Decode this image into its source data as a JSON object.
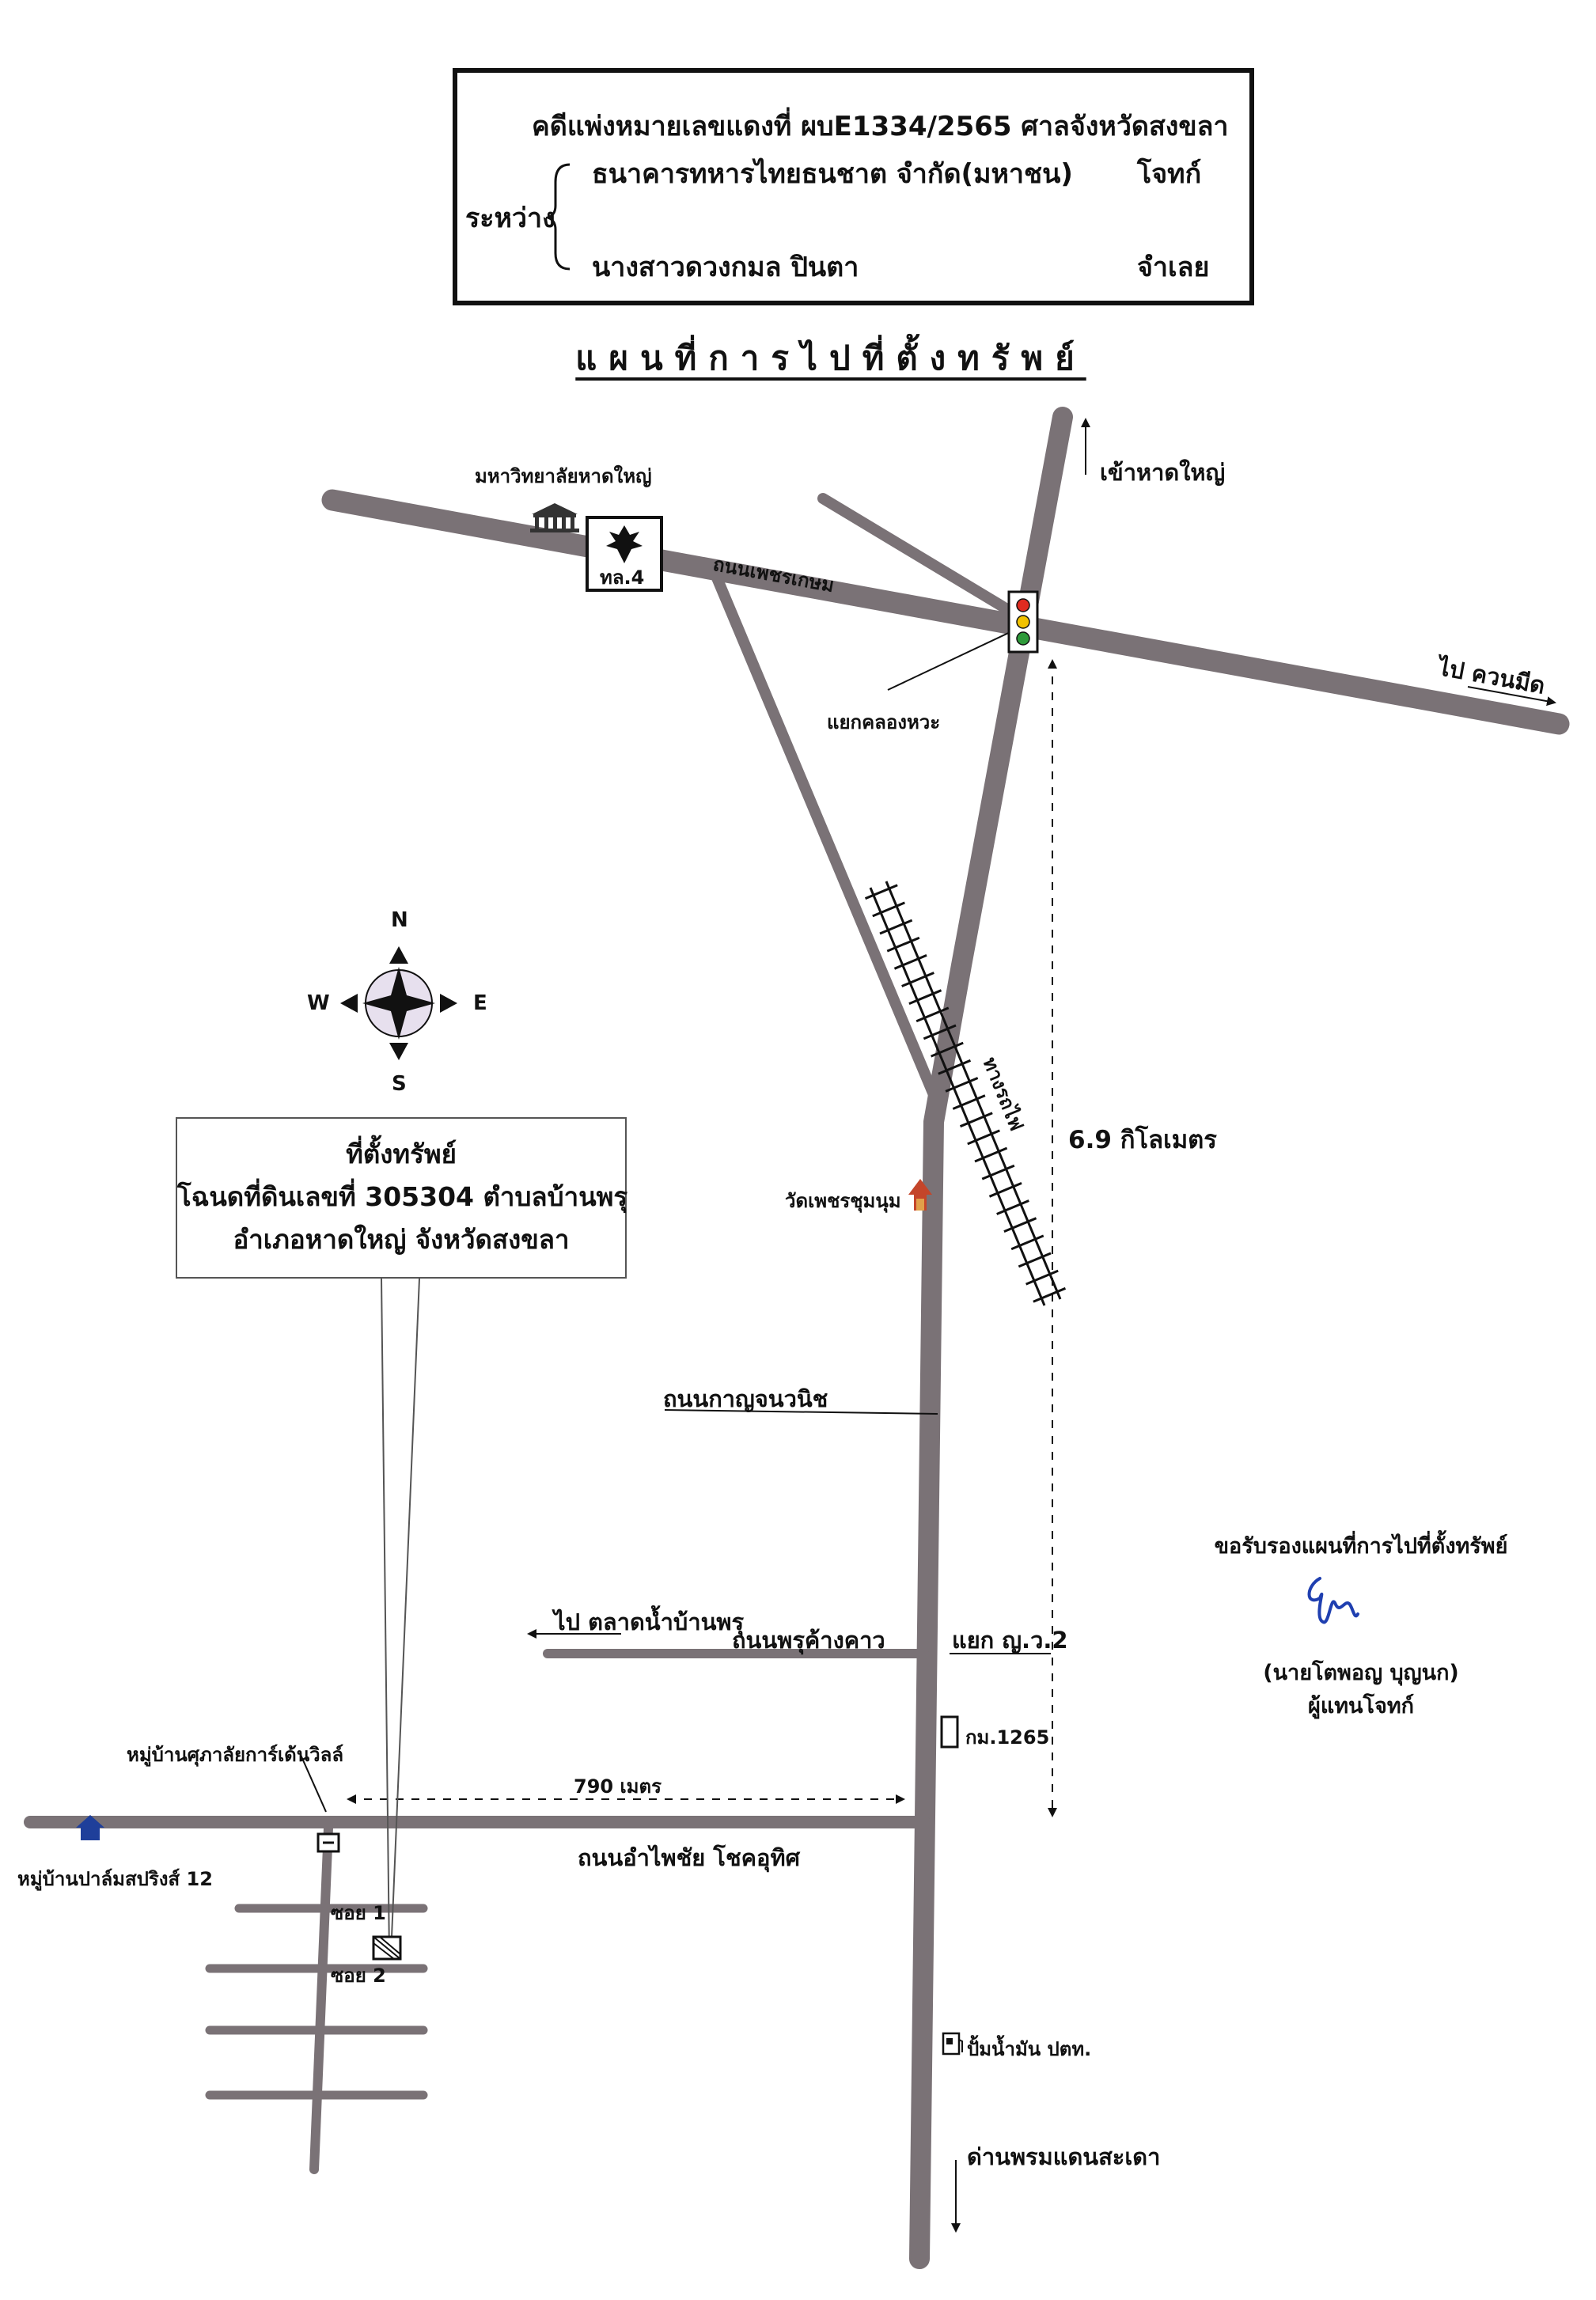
{
  "case": {
    "line1": "คดีแพ่งหมายเลขแดงที่  ผบE1334/2565   ศาลจังหวัดสงขลา",
    "between_label": "ระหว่าง",
    "plaintiff_name": "ธนาคารทหารไทยธนชาต จำกัด(มหาชน)",
    "plaintiff_role": "โจทก์",
    "defendant_name": "นางสาวดวงกมล  ปินตา",
    "defendant_role": "จำเลย"
  },
  "title": "แผนที่การไปที่ตั้งทรัพย์",
  "labels": {
    "university": "มหาวิทยาลัยหาดใหญ่",
    "highway_shield": "ทล.4",
    "phetkasem_road": "ถนนเพชรเกษม",
    "to_hatyai": "เข้าหาดใหญ่",
    "to_khuanmit": "ไป ควนมีด",
    "khlong_wa_junction": "แยกคลองหวะ",
    "railway": "ทางรถไฟ",
    "distance_km": "6.9 กิโลเมตร",
    "temple": "วัดเพชรชุมนุม",
    "kanchanawanit_road": "ถนนกาญจนวนิช",
    "to_market": "ไป ตลาดน้ำบ้านพรุ",
    "phrukangkhao_road": "ถนนพรุค้างคาว",
    "junction_2": "แยก ญ.ว.2",
    "km_marker": "กม.1265",
    "village_supalai": "หมู่บ้านศุภาลัยการ์เด้นวิลล์",
    "distance_m": "790 เมตร",
    "village_palm": "หมู่บ้านปาล์มสปริงส์ 12",
    "amphaichai_road": "ถนนอำไพชัย โชคอุทิศ",
    "soi_1": "ซอย 1",
    "soi_2": "ซอย 2",
    "gas_station": "ปั้มน้ำมัน ปตท.",
    "checkpoint": "ด่านพรมแดนสะเดา"
  },
  "compass": {
    "n": "N",
    "s": "S",
    "e": "E",
    "w": "W"
  },
  "property": {
    "heading": "ที่ตั้งทรัพย์",
    "line1": "โฉนดที่ดินเลขที่ 305304 ตำบลบ้านพรุ",
    "line2": "อำเภอหาดใหญ่  จังหวัดสงขลา"
  },
  "certification": {
    "statement": "ขอรับรองแผนที่การไปที่ตั้งทรัพย์",
    "name": "(นายโตพอญ   บุญนก)",
    "role": "ผู้แทนโจทก์"
  },
  "colors": {
    "road": "#7a7276",
    "ink": "#111111",
    "signature": "#1f3fb0"
  }
}
